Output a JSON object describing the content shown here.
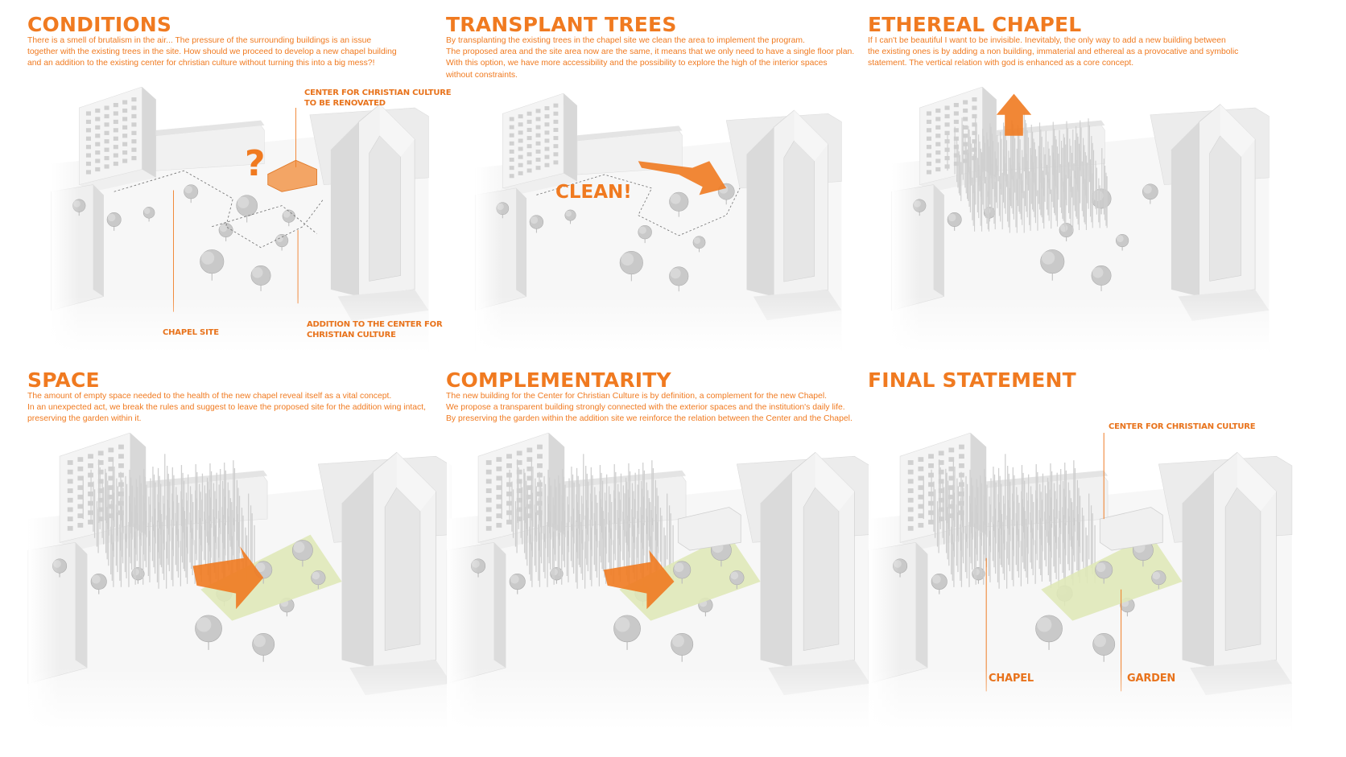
{
  "colors": {
    "accent": "#f07a20",
    "grass": "#dfe8b8",
    "building_light": "#f3f3f3",
    "building_shade": "#d6d6d6",
    "tree": "#c9c9c9",
    "tree_dark": "#a9a9a9"
  },
  "panels": [
    {
      "title": "CONDITIONS",
      "text": [
        "There is a smell of brutalism in the air...  The pressure of the surrounding buildings is an issue",
        "together with the existing trees in the site. How should we proceed to develop a new chapel building",
        "and an addition to the existing center for christian culture without turning this into a big mess?!"
      ],
      "labels": {
        "center_renovated": [
          "CENTER FOR CHRISTIAN CULTURE",
          "TO BE RENOVATED"
        ],
        "chapel_site": "CHAPEL SITE",
        "addition": [
          "ADDITION TO THE CENTER FOR",
          "CHRISTIAN CULTURE"
        ]
      },
      "question_mark": "?"
    },
    {
      "title": "TRANSPLANT TREES",
      "text": [
        "By transplanting the existing trees in the chapel site we clean the area to implement the program.",
        "The proposed area and the site area now are the same, it means that we only need to have a single floor plan.",
        "With this option, we have more accessibility and the possibility to explore the high of the interior spaces",
        "without constraints."
      ],
      "callout": "CLEAN!"
    },
    {
      "title": "ETHEREAL CHAPEL",
      "text": [
        "If I can't be beautiful I want to be invisible. Inevitably, the only way to add a new building between",
        "the existing ones is by adding a non building, immaterial and ethereal as a provocative and symbolic",
        "statement. The vertical relation with god is enhanced as a core concept."
      ]
    },
    {
      "title": "SPACE",
      "text": [
        "The amount of empty space needed to the health of the new chapel reveal itself as a vital concept.",
        "In an unexpected act, we break the rules and suggest to leave the proposed site for the addition wing intact,",
        "preserving the garden within it."
      ]
    },
    {
      "title": "COMPLEMENTARITY",
      "text": [
        "The new building for the Center for Christian Culture is by definition, a complement for the new Chapel.",
        "We propose a transparent building strongly connected with the exterior spaces and the institution's daily life.",
        "By preserving the garden within the addition site we reinforce the relation between the Center and the Chapel."
      ]
    },
    {
      "title": "FINAL STATEMENT",
      "text": [],
      "labels": {
        "center": "CENTER FOR CHRISTIAN CULTURE",
        "chapel": "CHAPEL",
        "garden": "GARDEN"
      }
    }
  ]
}
